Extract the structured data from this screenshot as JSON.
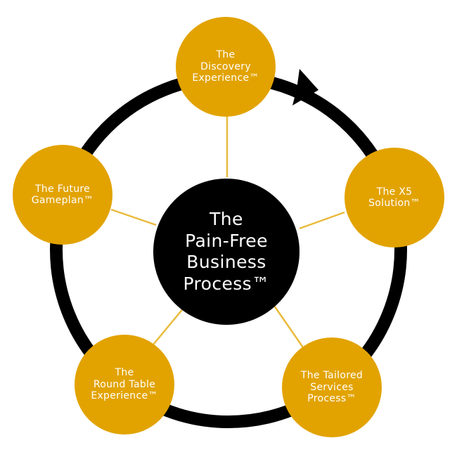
{
  "colors": {
    "ring": "#000000",
    "node_fill": "#e2a300",
    "center_fill": "#000000",
    "spoke": "#e9bb3c",
    "text": "#ffffff"
  },
  "center": {
    "lines": [
      "The",
      "Pain-Free",
      "Business",
      "Process™"
    ]
  },
  "nodes": [
    {
      "id": "discovery",
      "lines": [
        "The",
        "Discovery",
        "Experience™"
      ]
    },
    {
      "id": "x5",
      "lines": [
        "The X5",
        "Solution™"
      ]
    },
    {
      "id": "tailored",
      "lines": [
        "The Tailored",
        "Services",
        "Process™"
      ]
    },
    {
      "id": "round-table",
      "lines": [
        "The",
        "Round Table",
        "Experience™"
      ]
    },
    {
      "id": "future",
      "lines": [
        "The Future",
        "Gameplan™"
      ]
    }
  ],
  "arrow": {
    "direction": "clockwise",
    "icon": "arrowhead-icon"
  }
}
